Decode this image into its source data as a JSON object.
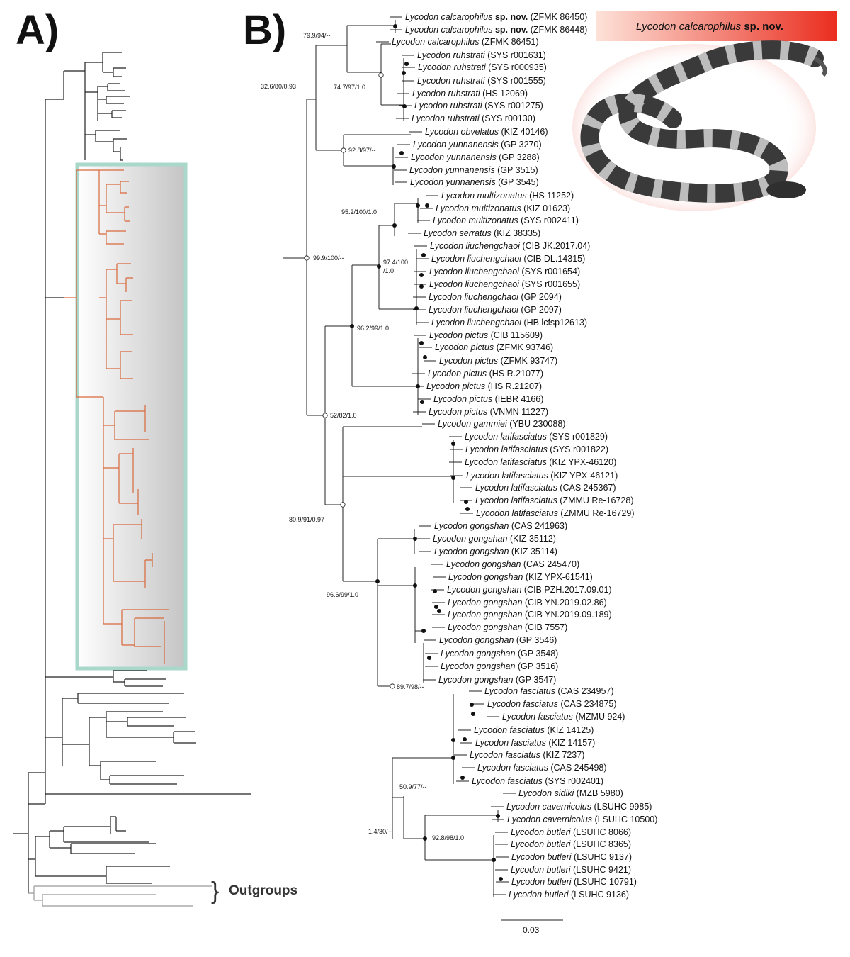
{
  "panels": {
    "a_label": "A)",
    "b_label": "B)"
  },
  "outgroups_label": "Outgroups",
  "scale_label": "0.03",
  "banner": {
    "species": "Lycodon calcarophilus",
    "suffix": "sp. nov."
  },
  "colors": {
    "highlight_branch": "#d9683a",
    "box_border": "#a9d7c9",
    "banner_start": "#fde2d8",
    "banner_end": "#ea2d1f",
    "outgroup_branch": "#999999"
  },
  "taxa": [
    {
      "species": "Lycodon calcarophilus",
      "nov": "sp. nov.",
      "voucher": "(ZFMK 86450)"
    },
    {
      "species": "Lycodon calcarophilus",
      "nov": "sp. nov.",
      "voucher": "(ZFMK 86448)"
    },
    {
      "species": "Lycodon calcarophilus",
      "nov": "",
      "voucher": "(ZFMK 86451)"
    },
    {
      "species": "Lycodon ruhstrati",
      "nov": "",
      "voucher": "(SYS r001631)"
    },
    {
      "species": "Lycodon ruhstrati",
      "nov": "",
      "voucher": "(SYS r000935)"
    },
    {
      "species": "Lycodon ruhstrati",
      "nov": "",
      "voucher": "(SYS r001555)"
    },
    {
      "species": "Lycodon ruhstrati",
      "nov": "",
      "voucher": "(HS 12069)"
    },
    {
      "species": "Lycodon ruhstrati",
      "nov": "",
      "voucher": "(SYS r001275)"
    },
    {
      "species": "Lycodon ruhstrati",
      "nov": "",
      "voucher": "(SYS r00130)"
    },
    {
      "species": "Lycodon obvelatus",
      "nov": "",
      "voucher": "(KIZ 40146)"
    },
    {
      "species": "Lycodon yunnanensis",
      "nov": "",
      "voucher": "(GP 3270)"
    },
    {
      "species": "Lycodon yunnanensis",
      "nov": "",
      "voucher": "(GP 3288)"
    },
    {
      "species": "Lycodon yunnanensis",
      "nov": "",
      "voucher": "(GP 3515)"
    },
    {
      "species": "Lycodon yunnanensis",
      "nov": "",
      "voucher": "(GP 3545)"
    },
    {
      "species": "Lycodon multizonatus",
      "nov": "",
      "voucher": "(HS 11252)"
    },
    {
      "species": "Lycodon multizonatus",
      "nov": "",
      "voucher": "(KIZ 01623)"
    },
    {
      "species": "Lycodon multizonatus",
      "nov": "",
      "voucher": "(SYS r002411)"
    },
    {
      "species": "Lycodon serratus",
      "nov": "",
      "voucher": "(KIZ 38335)"
    },
    {
      "species": "Lycodon liuchengchaoi",
      "nov": "",
      "voucher": "(CIB JK.2017.04)"
    },
    {
      "species": "Lycodon liuchengchaoi",
      "nov": "",
      "voucher": "(CIB DL.14315)"
    },
    {
      "species": "Lycodon liuchengchaoi",
      "nov": "",
      "voucher": "(SYS r001654)"
    },
    {
      "species": "Lycodon liuchengchaoi",
      "nov": "",
      "voucher": "(SYS r001655)"
    },
    {
      "species": "Lycodon liuchengchaoi",
      "nov": "",
      "voucher": "(GP 2094)"
    },
    {
      "species": "Lycodon liuchengchaoi",
      "nov": "",
      "voucher": "(GP 2097)"
    },
    {
      "species": "Lycodon liuchengchaoi",
      "nov": "",
      "voucher": "(HB lcfsp12613)"
    },
    {
      "species": "Lycodon pictus",
      "nov": "",
      "voucher": "(CIB 115609)"
    },
    {
      "species": "Lycodon pictus",
      "nov": "",
      "voucher": "(ZFMK 93746)"
    },
    {
      "species": "Lycodon pictus",
      "nov": "",
      "voucher": "(ZFMK 93747)"
    },
    {
      "species": "Lycodon pictus",
      "nov": "",
      "voucher": "(HS R.21077)"
    },
    {
      "species": "Lycodon pictus",
      "nov": "",
      "voucher": "(HS R.21207)"
    },
    {
      "species": "Lycodon pictus",
      "nov": "",
      "voucher": "(IEBR 4166)"
    },
    {
      "species": "Lycodon pictus",
      "nov": "",
      "voucher": "(VNMN 11227)"
    },
    {
      "species": "Lycodon gammiei",
      "nov": "",
      "voucher": "(YBU 230088)"
    },
    {
      "species": "Lycodon latifasciatus",
      "nov": "",
      "voucher": "(SYS r001829)"
    },
    {
      "species": "Lycodon latifasciatus",
      "nov": "",
      "voucher": "(SYS r001822)"
    },
    {
      "species": "Lycodon latifasciatus",
      "nov": "",
      "voucher": "(KIZ YPX-46120)"
    },
    {
      "species": "Lycodon latifasciatus",
      "nov": "",
      "voucher": "(KIZ YPX-46121)"
    },
    {
      "species": "Lycodon latifasciatus",
      "nov": "",
      "voucher": "(CAS 245367)"
    },
    {
      "species": "Lycodon latifasciatus",
      "nov": "",
      "voucher": "(ZMMU Re-16728)"
    },
    {
      "species": "Lycodon latifasciatus",
      "nov": "",
      "voucher": "(ZMMU Re-16729)"
    },
    {
      "species": "Lycodon gongshan",
      "nov": "",
      "voucher": "(CAS 241963)"
    },
    {
      "species": "Lycodon gongshan",
      "nov": "",
      "voucher": "(KIZ 35112)"
    },
    {
      "species": "Lycodon gongshan",
      "nov": "",
      "voucher": "(KIZ 35114)"
    },
    {
      "species": "Lycodon gongshan",
      "nov": "",
      "voucher": "(CAS 245470)"
    },
    {
      "species": "Lycodon gongshan",
      "nov": "",
      "voucher": "(KIZ YPX-61541)"
    },
    {
      "species": "Lycodon gongshan",
      "nov": "",
      "voucher": "(CIB PZH.2017.09.01)"
    },
    {
      "species": "Lycodon gongshan",
      "nov": "",
      "voucher": "(CIB YN.2019.02.86)"
    },
    {
      "species": "Lycodon gongshan",
      "nov": "",
      "voucher": "(CIB YN.2019.09.189)"
    },
    {
      "species": "Lycodon gongshan",
      "nov": "",
      "voucher": "(CIB 7557)"
    },
    {
      "species": "Lycodon gongshan",
      "nov": "",
      "voucher": "(GP 3546)"
    },
    {
      "species": "Lycodon gongshan",
      "nov": "",
      "voucher": "(GP 3548)"
    },
    {
      "species": "Lycodon gongshan",
      "nov": "",
      "voucher": "(GP 3516)"
    },
    {
      "species": "Lycodon gongshan",
      "nov": "",
      "voucher": "(GP 3547)"
    },
    {
      "species": "Lycodon fasciatus",
      "nov": "",
      "voucher": "(CAS 234957)"
    },
    {
      "species": "Lycodon fasciatus",
      "nov": "",
      "voucher": "(CAS 234875)"
    },
    {
      "species": "Lycodon fasciatus",
      "nov": "",
      "voucher": "(MZMU 924)"
    },
    {
      "species": "Lycodon fasciatus",
      "nov": "",
      "voucher": "(KIZ 14125)"
    },
    {
      "species": "Lycodon fasciatus",
      "nov": "",
      "voucher": "(KIZ 14157)"
    },
    {
      "species": "Lycodon fasciatus",
      "nov": "",
      "voucher": "(KIZ 7237)"
    },
    {
      "species": "Lycodon fasciatus",
      "nov": "",
      "voucher": "(CAS 245498)"
    },
    {
      "species": "Lycodon fasciatus",
      "nov": "",
      "voucher": "(SYS r002401)"
    },
    {
      "species": "Lycodon sidiki",
      "nov": "",
      "voucher": "(MZB 5980)"
    },
    {
      "species": "Lycodon cavernicolus",
      "nov": "",
      "voucher": "(LSUHC 9985)"
    },
    {
      "species": "Lycodon cavernicolus",
      "nov": "",
      "voucher": "(LSUHC 10500)"
    },
    {
      "species": "Lycodon butleri",
      "nov": "",
      "voucher": "(LSUHC 8066)"
    },
    {
      "species": "Lycodon butleri",
      "nov": "",
      "voucher": "(LSUHC 8365)"
    },
    {
      "species": "Lycodon butleri",
      "nov": "",
      "voucher": "(LSUHC 9137)"
    },
    {
      "species": "Lycodon butleri",
      "nov": "",
      "voucher": "(LSUHC 9421)"
    },
    {
      "species": "Lycodon butleri",
      "nov": "",
      "voucher": "(LSUHC 10791)"
    },
    {
      "species": "Lycodon butleri",
      "nov": "",
      "voucher": "(LSUHC 9136)"
    }
  ],
  "support_values": [
    "79.9/94/--",
    "74.7/97/1.0",
    "32.6/80/0.93",
    "92.8/97/--",
    "95.2/100/1.0",
    "97.4/100",
    "/1.0",
    "99.9/100/--",
    "96.2/99/1.0",
    "52/82/1.0",
    "80.9/91/0.97",
    "96.6/99/1.0",
    "89.7/98/--",
    "50.9/77/--",
    "1.4/30/--",
    "92.8/98/1.0"
  ]
}
